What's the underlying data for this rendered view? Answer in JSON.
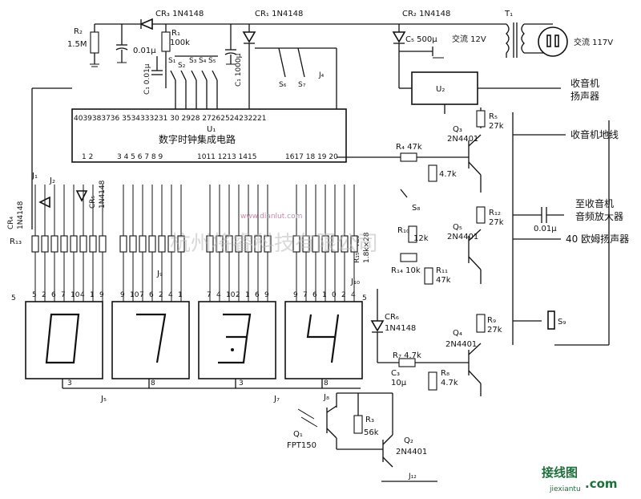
{
  "components": {
    "r2": [
      "R₂",
      "1.5M"
    ],
    "cr3": "CR₃ 1N4148",
    "cap_c001": "0.01μ",
    "r1": [
      "R₁",
      "100k"
    ],
    "c1": "C₁ 0.01μ",
    "s_top": [
      "S₁",
      "S₂",
      "S₃",
      "S₄",
      "S₅"
    ],
    "c_1000": "C₁ 1000μ",
    "cr1": "CR₁ 1N4148",
    "s6": "S₆",
    "s7": "S₇",
    "j4": "J₄",
    "cr2": "CR₂ 1N4148",
    "c5": "C₅ 500μ",
    "ac12": "交流 12V",
    "t1": "T₁",
    "ac117": "交流 117V",
    "u2": "U₂",
    "u1": "U₁",
    "ic_title": "数字时钟集成电路",
    "pins_top": "4039383736  3534333231 30  2928  27262524232221",
    "pins_bot_1": "1  2",
    "pins_bot_2": "3 4 5 6 7 8 9",
    "pins_bot_3": "1011   1213 1415",
    "pins_bot_4": "1617 18 19 20",
    "radio_speaker": [
      "收音机",
      "扬声器"
    ],
    "radio_ground": "收音机地线",
    "to_amp": [
      "至收音机",
      "音频放大器"
    ],
    "speaker_40": "40 欧姆扬声器",
    "cap_001b": "0.01μ",
    "q3": [
      "Q₃",
      "2N4401"
    ],
    "r5": [
      "R₅",
      "27k"
    ],
    "r4": "R₄ 47k",
    "r47k": "4.7k",
    "s8": "S₈",
    "q5": [
      "Q₅",
      "2N4401"
    ],
    "r10": [
      "R₁₀",
      "12k"
    ],
    "r12": [
      "R₁₂",
      "27k"
    ],
    "r14": "R₁₄ 10k",
    "r11": [
      "R₁₁",
      "47k"
    ],
    "s9": "S₉",
    "cr6": [
      "CR₆",
      "1N4148"
    ],
    "r9": [
      "R₉",
      "27k"
    ],
    "q4": [
      "Q₄",
      "2N4401"
    ],
    "r7": "R₇ 4.7k",
    "c3": [
      "C₃",
      "10μ"
    ],
    "r8": [
      "R₈",
      "4.7k"
    ],
    "j1": "J₁",
    "j2": "J₂",
    "cr4": [
      "CR₄",
      "1N4148"
    ],
    "cr5": [
      "CR₅",
      "1N4148"
    ],
    "r13": "R₁₃",
    "r_right": [
      "R₁₅~R₂₈",
      "1.8k×28"
    ],
    "j9": "J₉",
    "j10": "J₁₀",
    "j5": "J₅",
    "j7": "J₇",
    "j8": "J₈",
    "q1": [
      "Q₁",
      "FPT150"
    ],
    "r3": [
      "R₃",
      "56k"
    ],
    "q2": [
      "Q₂",
      "2N4401"
    ],
    "j_bottom": "J₁₂"
  },
  "displays": [
    {
      "digit": "0",
      "pins": [
        "5",
        "2",
        "6",
        "7",
        "10",
        "4",
        "1",
        "9"
      ]
    },
    {
      "digit": "7",
      "pins": [
        "9",
        "10",
        "7",
        "6",
        "2",
        "4",
        "1"
      ]
    },
    {
      "digit": "3",
      "pins": [
        "7",
        "4",
        "10",
        "2",
        "1",
        "6",
        "9"
      ]
    },
    {
      "digit": "4",
      "pins": [
        "9",
        "7",
        "6",
        "1",
        "0",
        "2",
        "4"
      ]
    }
  ],
  "display_bottom_pins": [
    "3",
    "8",
    "3",
    "8"
  ],
  "display_side_pins": [
    "5",
    "5"
  ],
  "watermark": {
    "center": "杭州将睿科技有限公司",
    "url": "www.dianlut.com",
    "logo": "接线图",
    "logo_url": "jiexiantu",
    "logo_suffix": ".com"
  }
}
